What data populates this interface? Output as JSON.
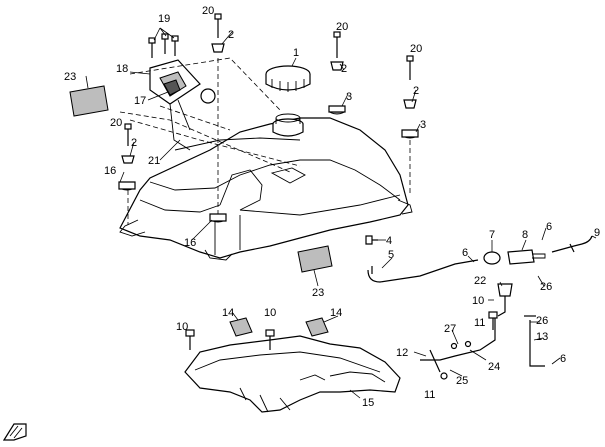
{
  "callouts": [
    {
      "id": "c1",
      "text": "1"
    },
    {
      "id": "c2a",
      "text": "2"
    },
    {
      "id": "c2b",
      "text": "2"
    },
    {
      "id": "c2c",
      "text": "2"
    },
    {
      "id": "c2d",
      "text": "2"
    },
    {
      "id": "c3a",
      "text": "3"
    },
    {
      "id": "c3b",
      "text": "3"
    },
    {
      "id": "c4",
      "text": "4"
    },
    {
      "id": "c5",
      "text": "5"
    },
    {
      "id": "c6a",
      "text": "6"
    },
    {
      "id": "c6b",
      "text": "6"
    },
    {
      "id": "c6c",
      "text": "6"
    },
    {
      "id": "c7",
      "text": "7"
    },
    {
      "id": "c8",
      "text": "8"
    },
    {
      "id": "c9",
      "text": "9"
    },
    {
      "id": "c10a",
      "text": "10"
    },
    {
      "id": "c10b",
      "text": "10"
    },
    {
      "id": "c10c",
      "text": "10"
    },
    {
      "id": "c11a",
      "text": "11"
    },
    {
      "id": "c11b",
      "text": "11"
    },
    {
      "id": "c12",
      "text": "12"
    },
    {
      "id": "c13",
      "text": "13"
    },
    {
      "id": "c14a",
      "text": "14"
    },
    {
      "id": "c14b",
      "text": "14"
    },
    {
      "id": "c15",
      "text": "15"
    },
    {
      "id": "c16a",
      "text": "16"
    },
    {
      "id": "c16b",
      "text": "16"
    },
    {
      "id": "c17",
      "text": "17"
    },
    {
      "id": "c18",
      "text": "18"
    },
    {
      "id": "c19",
      "text": "19"
    },
    {
      "id": "c20a",
      "text": "20"
    },
    {
      "id": "c20b",
      "text": "20"
    },
    {
      "id": "c20c",
      "text": "20"
    },
    {
      "id": "c20d",
      "text": "20"
    },
    {
      "id": "c21",
      "text": "21"
    },
    {
      "id": "c22",
      "text": "22"
    },
    {
      "id": "c23a",
      "text": "23"
    },
    {
      "id": "c23b",
      "text": "23"
    },
    {
      "id": "c24",
      "text": "24"
    },
    {
      "id": "c25",
      "text": "25"
    },
    {
      "id": "c26a",
      "text": "26"
    },
    {
      "id": "c26b",
      "text": "26"
    },
    {
      "id": "c27",
      "text": "27"
    }
  ]
}
